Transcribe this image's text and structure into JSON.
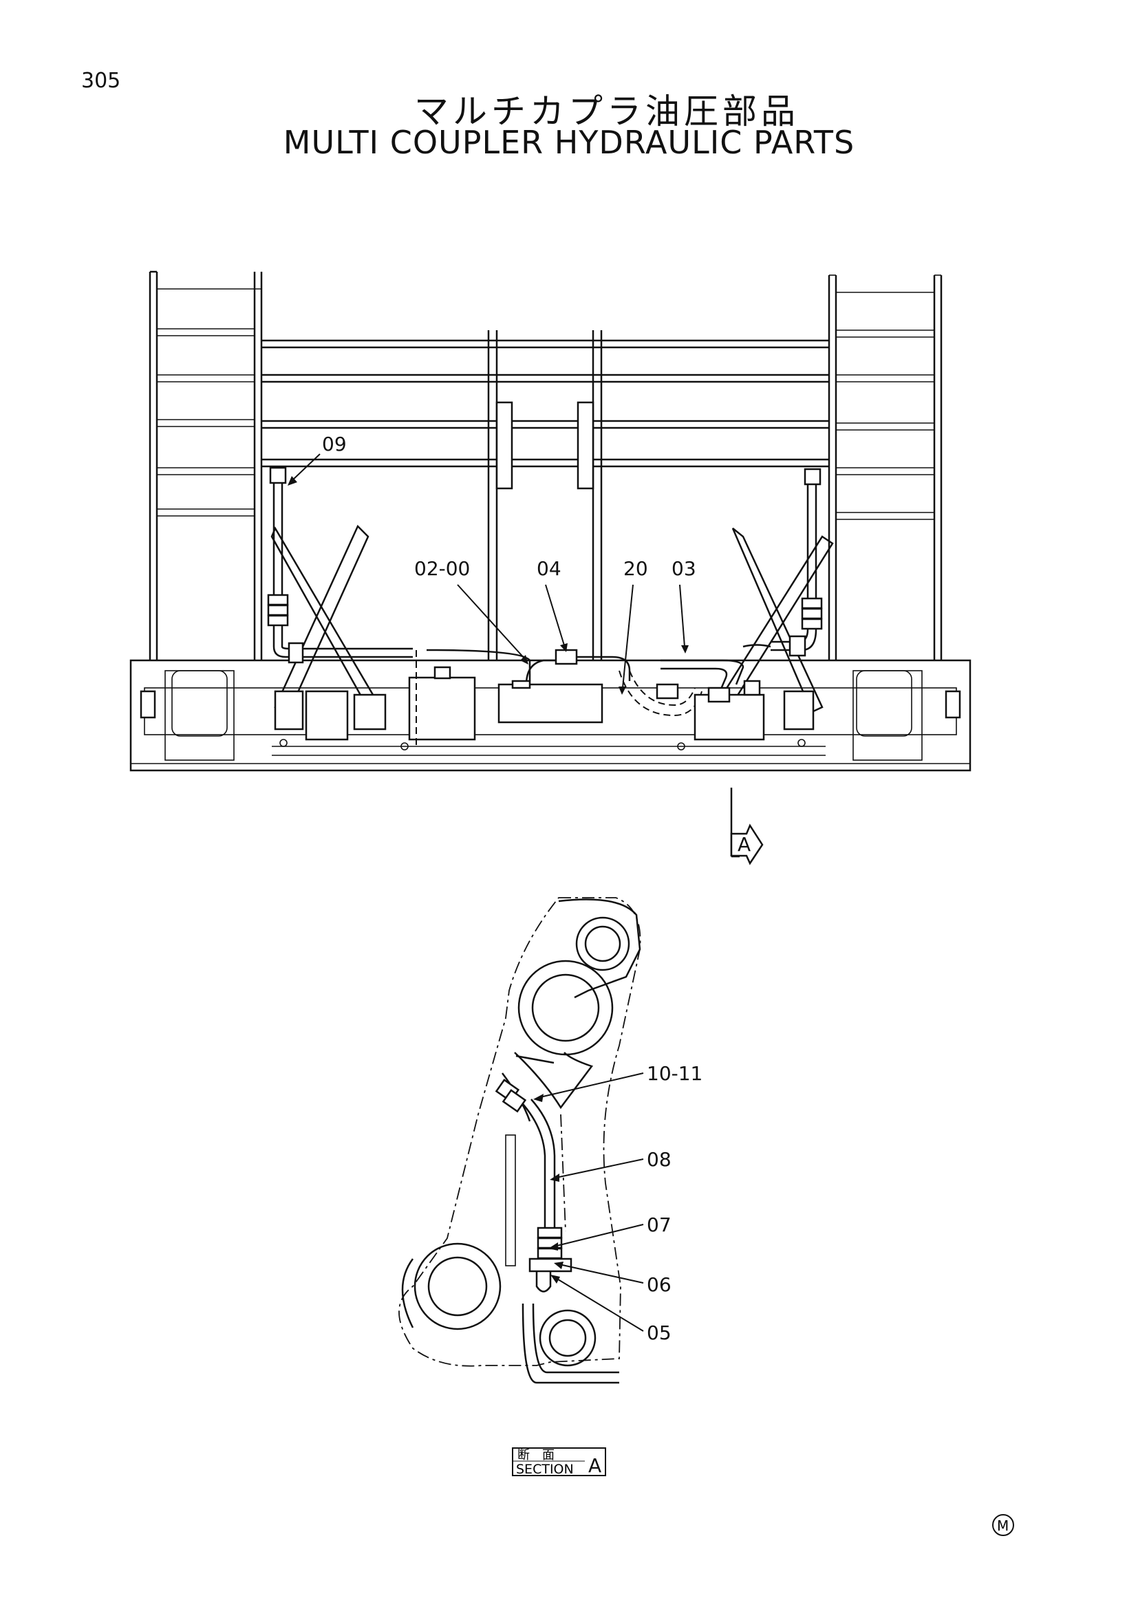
{
  "page_number": "305",
  "title_jp": "マルチカプラ油圧部品",
  "title_en": "MULTI COUPLER HYDRAULIC PARTS",
  "callouts": {
    "c09": "09",
    "c0200": "02-00",
    "c04": "04",
    "c20": "20",
    "c03": "03",
    "c1011": "10-11",
    "c08": "08",
    "c07": "07",
    "c06": "06",
    "c05": "05"
  },
  "view_marker": "A",
  "section_label": {
    "jp": "断　面",
    "en": "SECTION",
    "letter": "A"
  },
  "corner_mark": "M"
}
